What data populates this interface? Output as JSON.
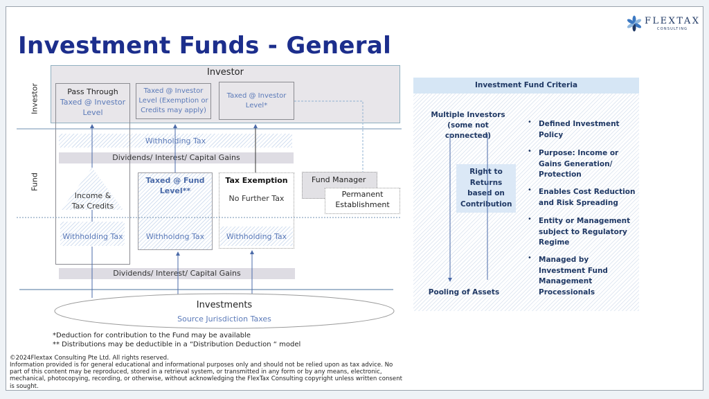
{
  "title": "Investment Funds - General",
  "logo": {
    "name": "FLEXTAX",
    "sub": "CONSULTING"
  },
  "diagram": {
    "row_labels": {
      "investor": "Investor",
      "fund": "Fund"
    },
    "investor_box": "Investor",
    "pass_through": {
      "title": "Pass Through",
      "sub": "Taxed @ Investor Level"
    },
    "box2": "Taxed @ Investor Level (Exemption or Credits may apply)",
    "box3": "Taxed @ Investor Level*",
    "withholding_top": "Withholding Tax",
    "dividends_top": "Dividends/ Interest/ Capital Gains",
    "income_credits": [
      "Income &",
      "Tax Credits"
    ],
    "fund_level": "Taxed @ Fund Level**",
    "tax_exemption": "Tax Exemption",
    "no_further": "No Further Tax",
    "fund_manager": "Fund Manager",
    "permanent_est": "Permanent Establishment",
    "wht_left": "Withholding Tax",
    "wht_mid": "Withholdng Tax",
    "wht_right": "Withholding Tax",
    "dividends_bottom": "Dividends/ Interest/ Capital Gains",
    "investments": "Investments",
    "source_taxes": "Source Jurisdiction Taxes"
  },
  "footnotes": [
    "*Deduction for contribution to the Fund may be available",
    "** Distributions may be deductible in a “Distribution Deduction “ model"
  ],
  "copyright": "©2024Flextax Consulting Pte Ltd. All rights reserved.",
  "disclaimer": "Information provided is for general educational and informational purposes only and should not be relied upon as tax advice. No part of this content may be reproduced, stored in a retrieval system, or transmitted in any form or by any means, electronic, mechanical, photocopying, recording, or otherwise, without acknowledging the FlexTax Consulting copyright unless written consent is sought.",
  "criteria": {
    "header": "Investment Fund Criteria",
    "multiple": "Multiple Investors (some not connected)",
    "right_returns": "Right to Returns based on Contribution",
    "pooling": "Pooling of Assets",
    "bullet": "•",
    "items": [
      "Defined Investment Policy",
      "Purpose:  Income or Gains Generation/ Protection",
      "Enables Cost Reduction and Risk Spreading",
      "Entity or Management subject to Regulatory Regime",
      "Managed by Investment Fund Management Processionals"
    ]
  },
  "colors": {
    "title": "#1c2e8c",
    "navy": "#1f3864",
    "blue": "#5a79b8"
  }
}
